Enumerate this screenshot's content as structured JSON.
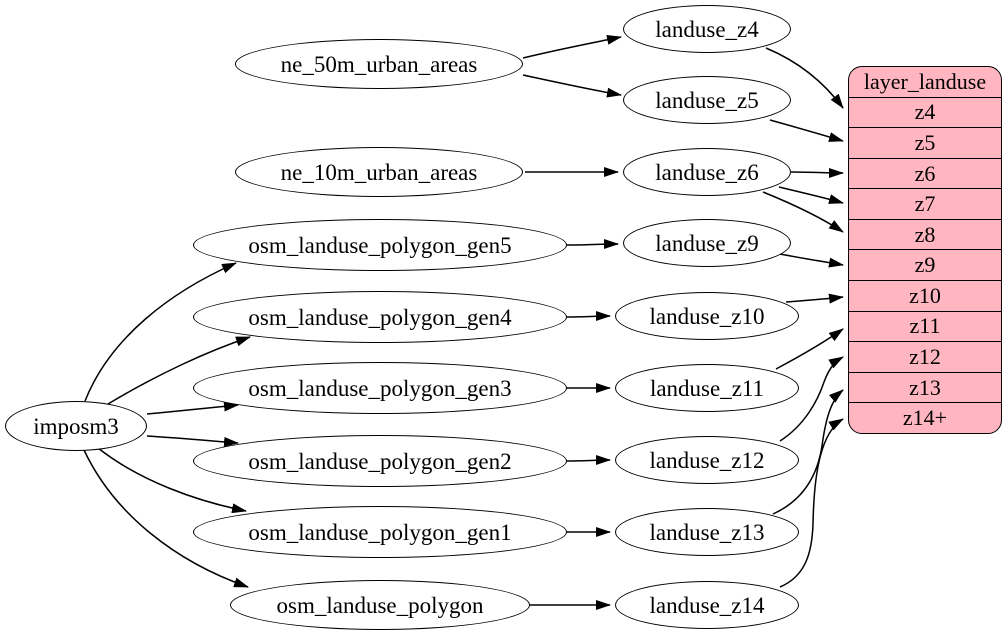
{
  "diagram": {
    "nodes": {
      "imposm3": "imposm3",
      "ne_50m_urban_areas": "ne_50m_urban_areas",
      "ne_10m_urban_areas": "ne_10m_urban_areas",
      "osm_landuse_polygon_gen5": "osm_landuse_polygon_gen5",
      "osm_landuse_polygon_gen4": "osm_landuse_polygon_gen4",
      "osm_landuse_polygon_gen3": "osm_landuse_polygon_gen3",
      "osm_landuse_polygon_gen2": "osm_landuse_polygon_gen2",
      "osm_landuse_polygon_gen1": "osm_landuse_polygon_gen1",
      "osm_landuse_polygon": "osm_landuse_polygon",
      "landuse_z4": "landuse_z4",
      "landuse_z5": "landuse_z5",
      "landuse_z6": "landuse_z6",
      "landuse_z9": "landuse_z9",
      "landuse_z10": "landuse_z10",
      "landuse_z11": "landuse_z11",
      "landuse_z12": "landuse_z12",
      "landuse_z13": "landuse_z13",
      "landuse_z14": "landuse_z14"
    },
    "table": {
      "title": "layer_landuse",
      "rows": [
        "z4",
        "z5",
        "z6",
        "z7",
        "z8",
        "z9",
        "z10",
        "z11",
        "z12",
        "z13",
        "z14+"
      ]
    },
    "edges": [
      {
        "from": "imposm3",
        "to": "osm_landuse_polygon_gen5"
      },
      {
        "from": "imposm3",
        "to": "osm_landuse_polygon_gen4"
      },
      {
        "from": "imposm3",
        "to": "osm_landuse_polygon_gen3"
      },
      {
        "from": "imposm3",
        "to": "osm_landuse_polygon_gen2"
      },
      {
        "from": "imposm3",
        "to": "osm_landuse_polygon_gen1"
      },
      {
        "from": "imposm3",
        "to": "osm_landuse_polygon"
      },
      {
        "from": "ne_50m_urban_areas",
        "to": "landuse_z4"
      },
      {
        "from": "ne_50m_urban_areas",
        "to": "landuse_z5"
      },
      {
        "from": "ne_10m_urban_areas",
        "to": "landuse_z6"
      },
      {
        "from": "osm_landuse_polygon_gen5",
        "to": "landuse_z9"
      },
      {
        "from": "osm_landuse_polygon_gen4",
        "to": "landuse_z10"
      },
      {
        "from": "osm_landuse_polygon_gen3",
        "to": "landuse_z11"
      },
      {
        "from": "osm_landuse_polygon_gen2",
        "to": "landuse_z12"
      },
      {
        "from": "osm_landuse_polygon_gen1",
        "to": "landuse_z13"
      },
      {
        "from": "osm_landuse_polygon",
        "to": "landuse_z14"
      },
      {
        "from": "landuse_z4",
        "to": "layer_landuse:z4"
      },
      {
        "from": "landuse_z5",
        "to": "layer_landuse:z5"
      },
      {
        "from": "landuse_z6",
        "to": "layer_landuse:z6"
      },
      {
        "from": "landuse_z6",
        "to": "layer_landuse:z7"
      },
      {
        "from": "landuse_z6",
        "to": "layer_landuse:z8"
      },
      {
        "from": "landuse_z9",
        "to": "layer_landuse:z9"
      },
      {
        "from": "landuse_z10",
        "to": "layer_landuse:z10"
      },
      {
        "from": "landuse_z11",
        "to": "layer_landuse:z11"
      },
      {
        "from": "landuse_z12",
        "to": "layer_landuse:z12"
      },
      {
        "from": "landuse_z13",
        "to": "layer_landuse:z13"
      },
      {
        "from": "landuse_z14",
        "to": "layer_landuse:z14+"
      }
    ],
    "colors": {
      "table_fill": "#ffb6c1",
      "node_fill": "#ffffff",
      "stroke": "#000000",
      "background": "#ffffff"
    }
  }
}
